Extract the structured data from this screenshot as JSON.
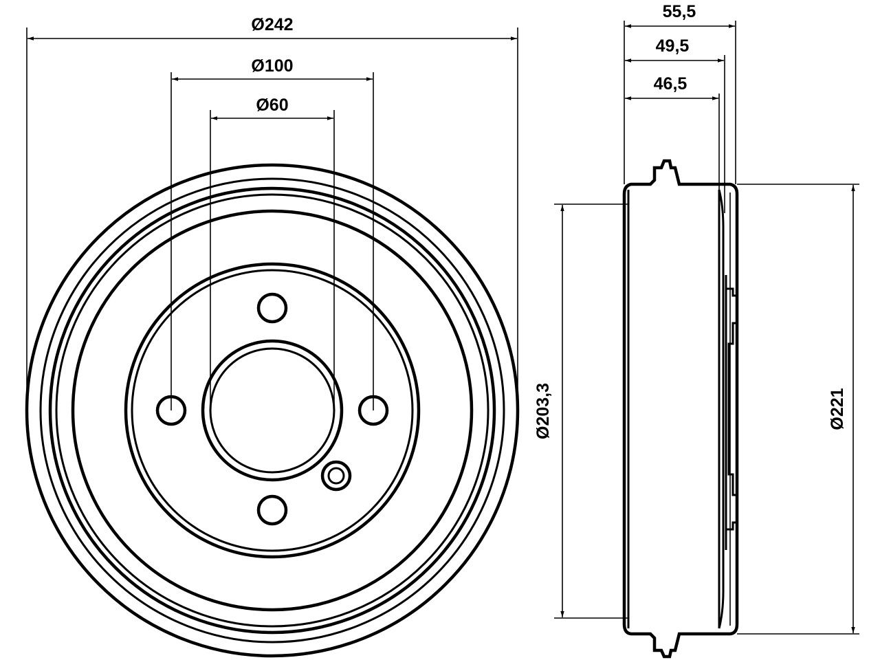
{
  "drawing": {
    "front_view": {
      "outer_diameter": "Ø242",
      "bolt_circle_diameter": "Ø100",
      "center_bore_diameter": "Ø60"
    },
    "side_view": {
      "total_height": "55,5",
      "flange_height": "49,5",
      "inner_height": "46,5",
      "inner_diameter": "Ø203,3",
      "outer_rim_diameter": "Ø221"
    },
    "colors": {
      "line": "#000000",
      "background": "#ffffff"
    }
  }
}
